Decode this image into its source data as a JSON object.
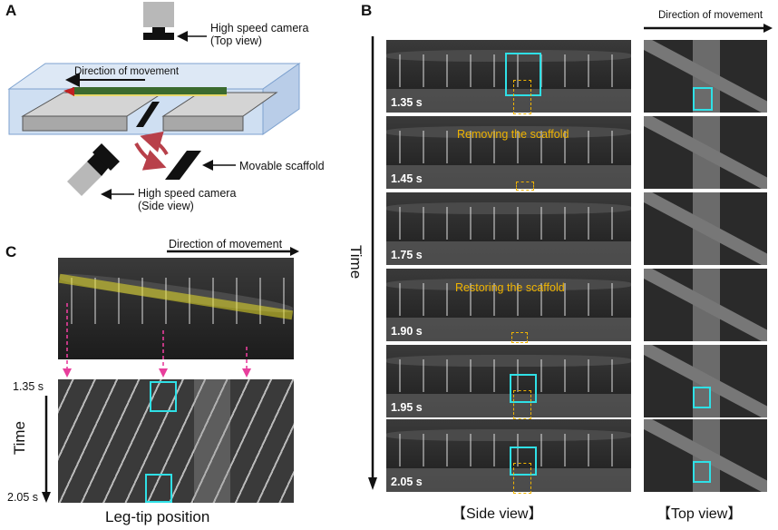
{
  "panels": {
    "a": "A",
    "b": "B",
    "c": "C"
  },
  "panel_a": {
    "camera_top": [
      "High speed camera",
      "(Top view)"
    ],
    "direction": "Direction of movement",
    "scaffold": "Movable scaffold",
    "camera_side": [
      "High speed camera",
      "(Side view)"
    ]
  },
  "panel_b": {
    "direction": "Direction of movement",
    "time_label": "Time",
    "side_times": [
      "1.35 s",
      "1.45 s",
      "1.75 s",
      "1.90 s",
      "1.95 s",
      "2.05 s"
    ],
    "removing": "Removing the scaffold",
    "restoring": "Restoring the scaffold",
    "side_view": "【Side view】",
    "top_view": "【Top view】"
  },
  "panel_c": {
    "direction": "Direction of movement",
    "t_start": "1.35 s",
    "t_end": "2.05 s",
    "time_label": "Time",
    "leg_tip": "Leg-tip position"
  },
  "colors": {
    "accent_cyan": "#2fe0e6",
    "accent_orange": "#f0b400",
    "arrow_red": "#b8404a",
    "arrow_pink": "#e83e9c"
  }
}
